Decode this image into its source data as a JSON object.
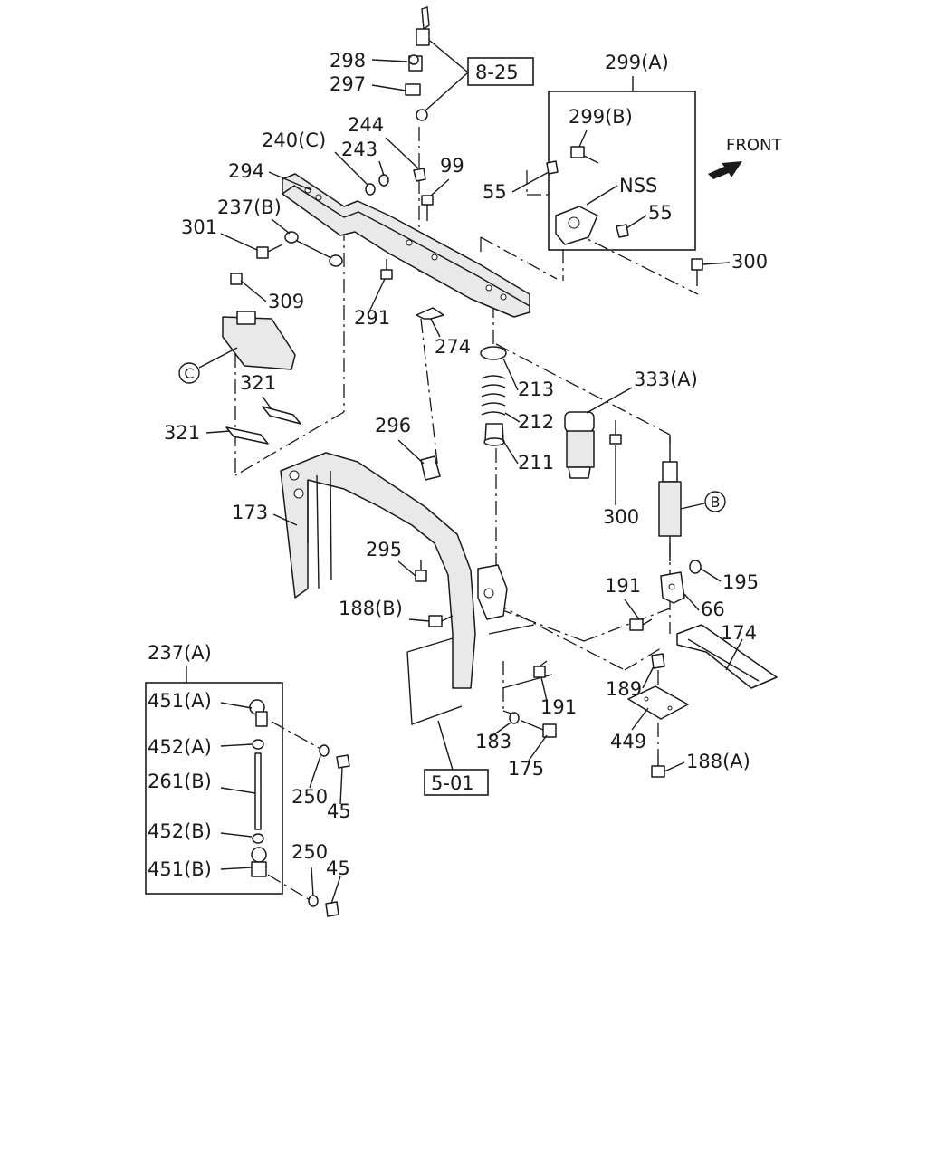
{
  "diagram": {
    "front_label": "FRONT",
    "ref_boxes": [
      "8-25",
      "5-01"
    ],
    "group_boxes": [
      "299(A)",
      "237(A)"
    ],
    "callouts": [
      "C",
      "B"
    ],
    "labels": [
      {
        "id": "p298",
        "text": "298"
      },
      {
        "id": "p297",
        "text": "297"
      },
      {
        "id": "p244",
        "text": "244"
      },
      {
        "id": "p243",
        "text": "243"
      },
      {
        "id": "p240c",
        "text": "240(C)"
      },
      {
        "id": "p294",
        "text": "294"
      },
      {
        "id": "p99",
        "text": "99"
      },
      {
        "id": "p237b",
        "text": "237(B)"
      },
      {
        "id": "p301",
        "text": "301"
      },
      {
        "id": "p309",
        "text": "309"
      },
      {
        "id": "p291",
        "text": "291"
      },
      {
        "id": "p274",
        "text": "274"
      },
      {
        "id": "p299b",
        "text": "299(B)"
      },
      {
        "id": "p55a",
        "text": "55"
      },
      {
        "id": "pnss",
        "text": "NSS"
      },
      {
        "id": "p55b",
        "text": "55"
      },
      {
        "id": "p300a",
        "text": "300"
      },
      {
        "id": "p333a",
        "text": "333(A)"
      },
      {
        "id": "p213",
        "text": "213"
      },
      {
        "id": "p212",
        "text": "212"
      },
      {
        "id": "p211",
        "text": "211"
      },
      {
        "id": "p300b",
        "text": "300"
      },
      {
        "id": "p321a",
        "text": "321"
      },
      {
        "id": "p321b",
        "text": "321"
      },
      {
        "id": "p296",
        "text": "296"
      },
      {
        "id": "p173",
        "text": "173"
      },
      {
        "id": "p295",
        "text": "295"
      },
      {
        "id": "p188b",
        "text": "188(B)"
      },
      {
        "id": "p191a",
        "text": "191"
      },
      {
        "id": "p195",
        "text": "195"
      },
      {
        "id": "p66",
        "text": "66"
      },
      {
        "id": "p174",
        "text": "174"
      },
      {
        "id": "p189",
        "text": "189"
      },
      {
        "id": "p191b",
        "text": "191"
      },
      {
        "id": "p183",
        "text": "183"
      },
      {
        "id": "p175",
        "text": "175"
      },
      {
        "id": "p449",
        "text": "449"
      },
      {
        "id": "p188a",
        "text": "188(A)"
      },
      {
        "id": "p451a",
        "text": "451(A)"
      },
      {
        "id": "p452a",
        "text": "452(A)"
      },
      {
        "id": "p261b",
        "text": "261(B)"
      },
      {
        "id": "p452b",
        "text": "452(B)"
      },
      {
        "id": "p451b",
        "text": "451(B)"
      },
      {
        "id": "p250a",
        "text": "250"
      },
      {
        "id": "p45a",
        "text": "45"
      },
      {
        "id": "p250b",
        "text": "250"
      },
      {
        "id": "p45b",
        "text": "45"
      }
    ]
  }
}
